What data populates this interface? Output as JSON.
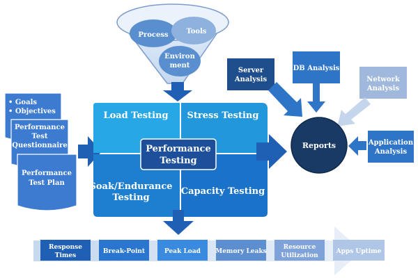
{
  "funnel": {
    "items": [
      "Process",
      "Tools",
      "Environ",
      "ment"
    ]
  },
  "inputs": {
    "goals": [
      "• Goals",
      "• Objectives"
    ],
    "questionnaire": [
      "Performance",
      "Test",
      "Questionnaire"
    ],
    "test_plan": [
      "Performance",
      "Test Plan"
    ]
  },
  "quadrants": {
    "load": "Load Testing",
    "stress": "Stress Testing",
    "soak": [
      "Soak/Endurance",
      "Testing"
    ],
    "capacity": "Capacity Testing",
    "center": [
      "Performance",
      "Testing"
    ]
  },
  "analyses": {
    "server": [
      "Server",
      "Analysis"
    ],
    "db": "DB Analysis",
    "network": [
      "Network",
      "Analysis"
    ],
    "application": [
      "Application",
      "Analysis"
    ]
  },
  "reports": "Reports",
  "metrics": [
    "Response",
    "Times",
    "Break-Point",
    "Peak Load",
    "Memory Leaks",
    "Resource",
    "Utilization",
    "Apps Uptime"
  ],
  "colors": {
    "dark_blue": "#1f4e8c",
    "mid_blue": "#2e75c8",
    "light_blue": "#4aa3df",
    "pale_blue": "#9fb8dc",
    "circle": "#1a3a66"
  }
}
